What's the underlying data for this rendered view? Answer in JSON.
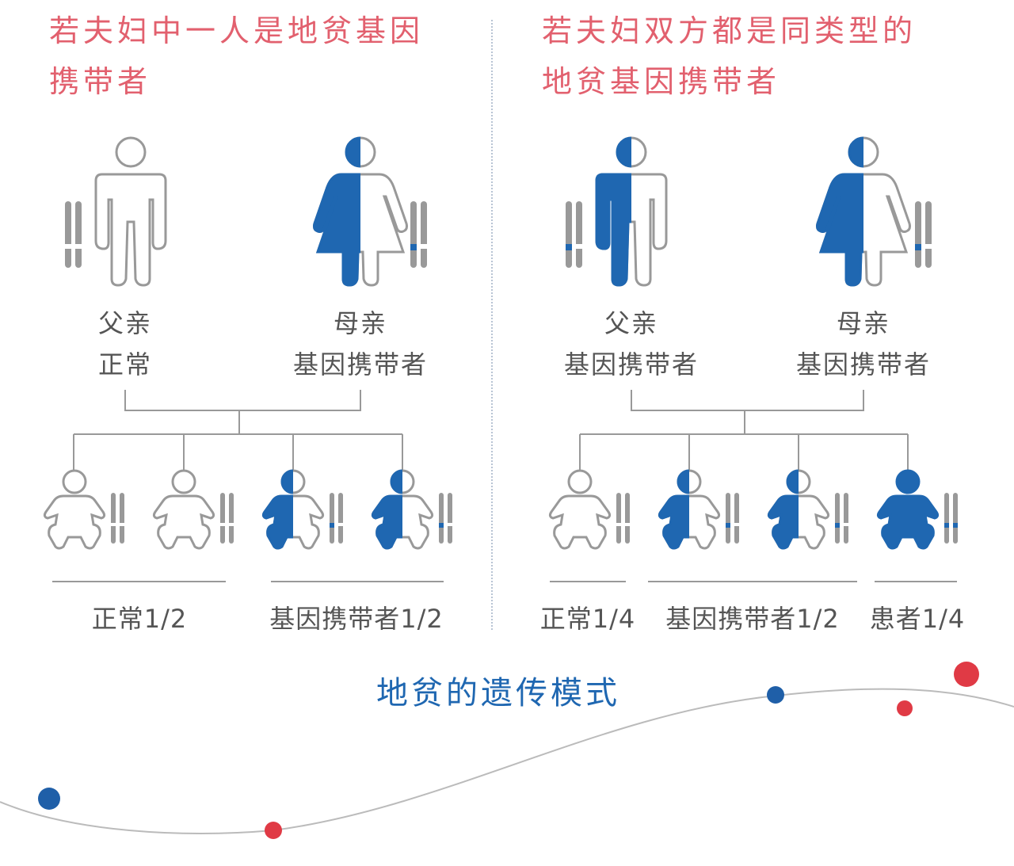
{
  "left": {
    "heading_line1": "若夫妇中一人是地贫基因",
    "heading_line2": "携带者",
    "father": {
      "role": "父亲",
      "status": "正常"
    },
    "mother": {
      "role": "母亲",
      "status": "基因携带者"
    },
    "outcomes": [
      {
        "label": "正常1/2"
      },
      {
        "label": "基因携带者1/2"
      }
    ]
  },
  "right": {
    "heading_line1": "若夫妇双方都是同类型的",
    "heading_line2": "地贫基因携带者",
    "father": {
      "role": "父亲",
      "status": "基因携带者"
    },
    "mother": {
      "role": "母亲",
      "status": "基因携带者"
    },
    "outcomes": [
      {
        "label": "正常1/4"
      },
      {
        "label": "基因携带者1/2"
      },
      {
        "label": "患者1/4"
      }
    ]
  },
  "footer": {
    "title": "地贫的遗传模式"
  },
  "colors": {
    "heading": "#e2606e",
    "accent_blue": "#1f67b1",
    "dot_red": "#e03a45",
    "line_gray": "#999999"
  },
  "icons": [
    "male-figure-icon",
    "female-figure-icon",
    "baby-icon",
    "chromosome-pair-icon"
  ]
}
